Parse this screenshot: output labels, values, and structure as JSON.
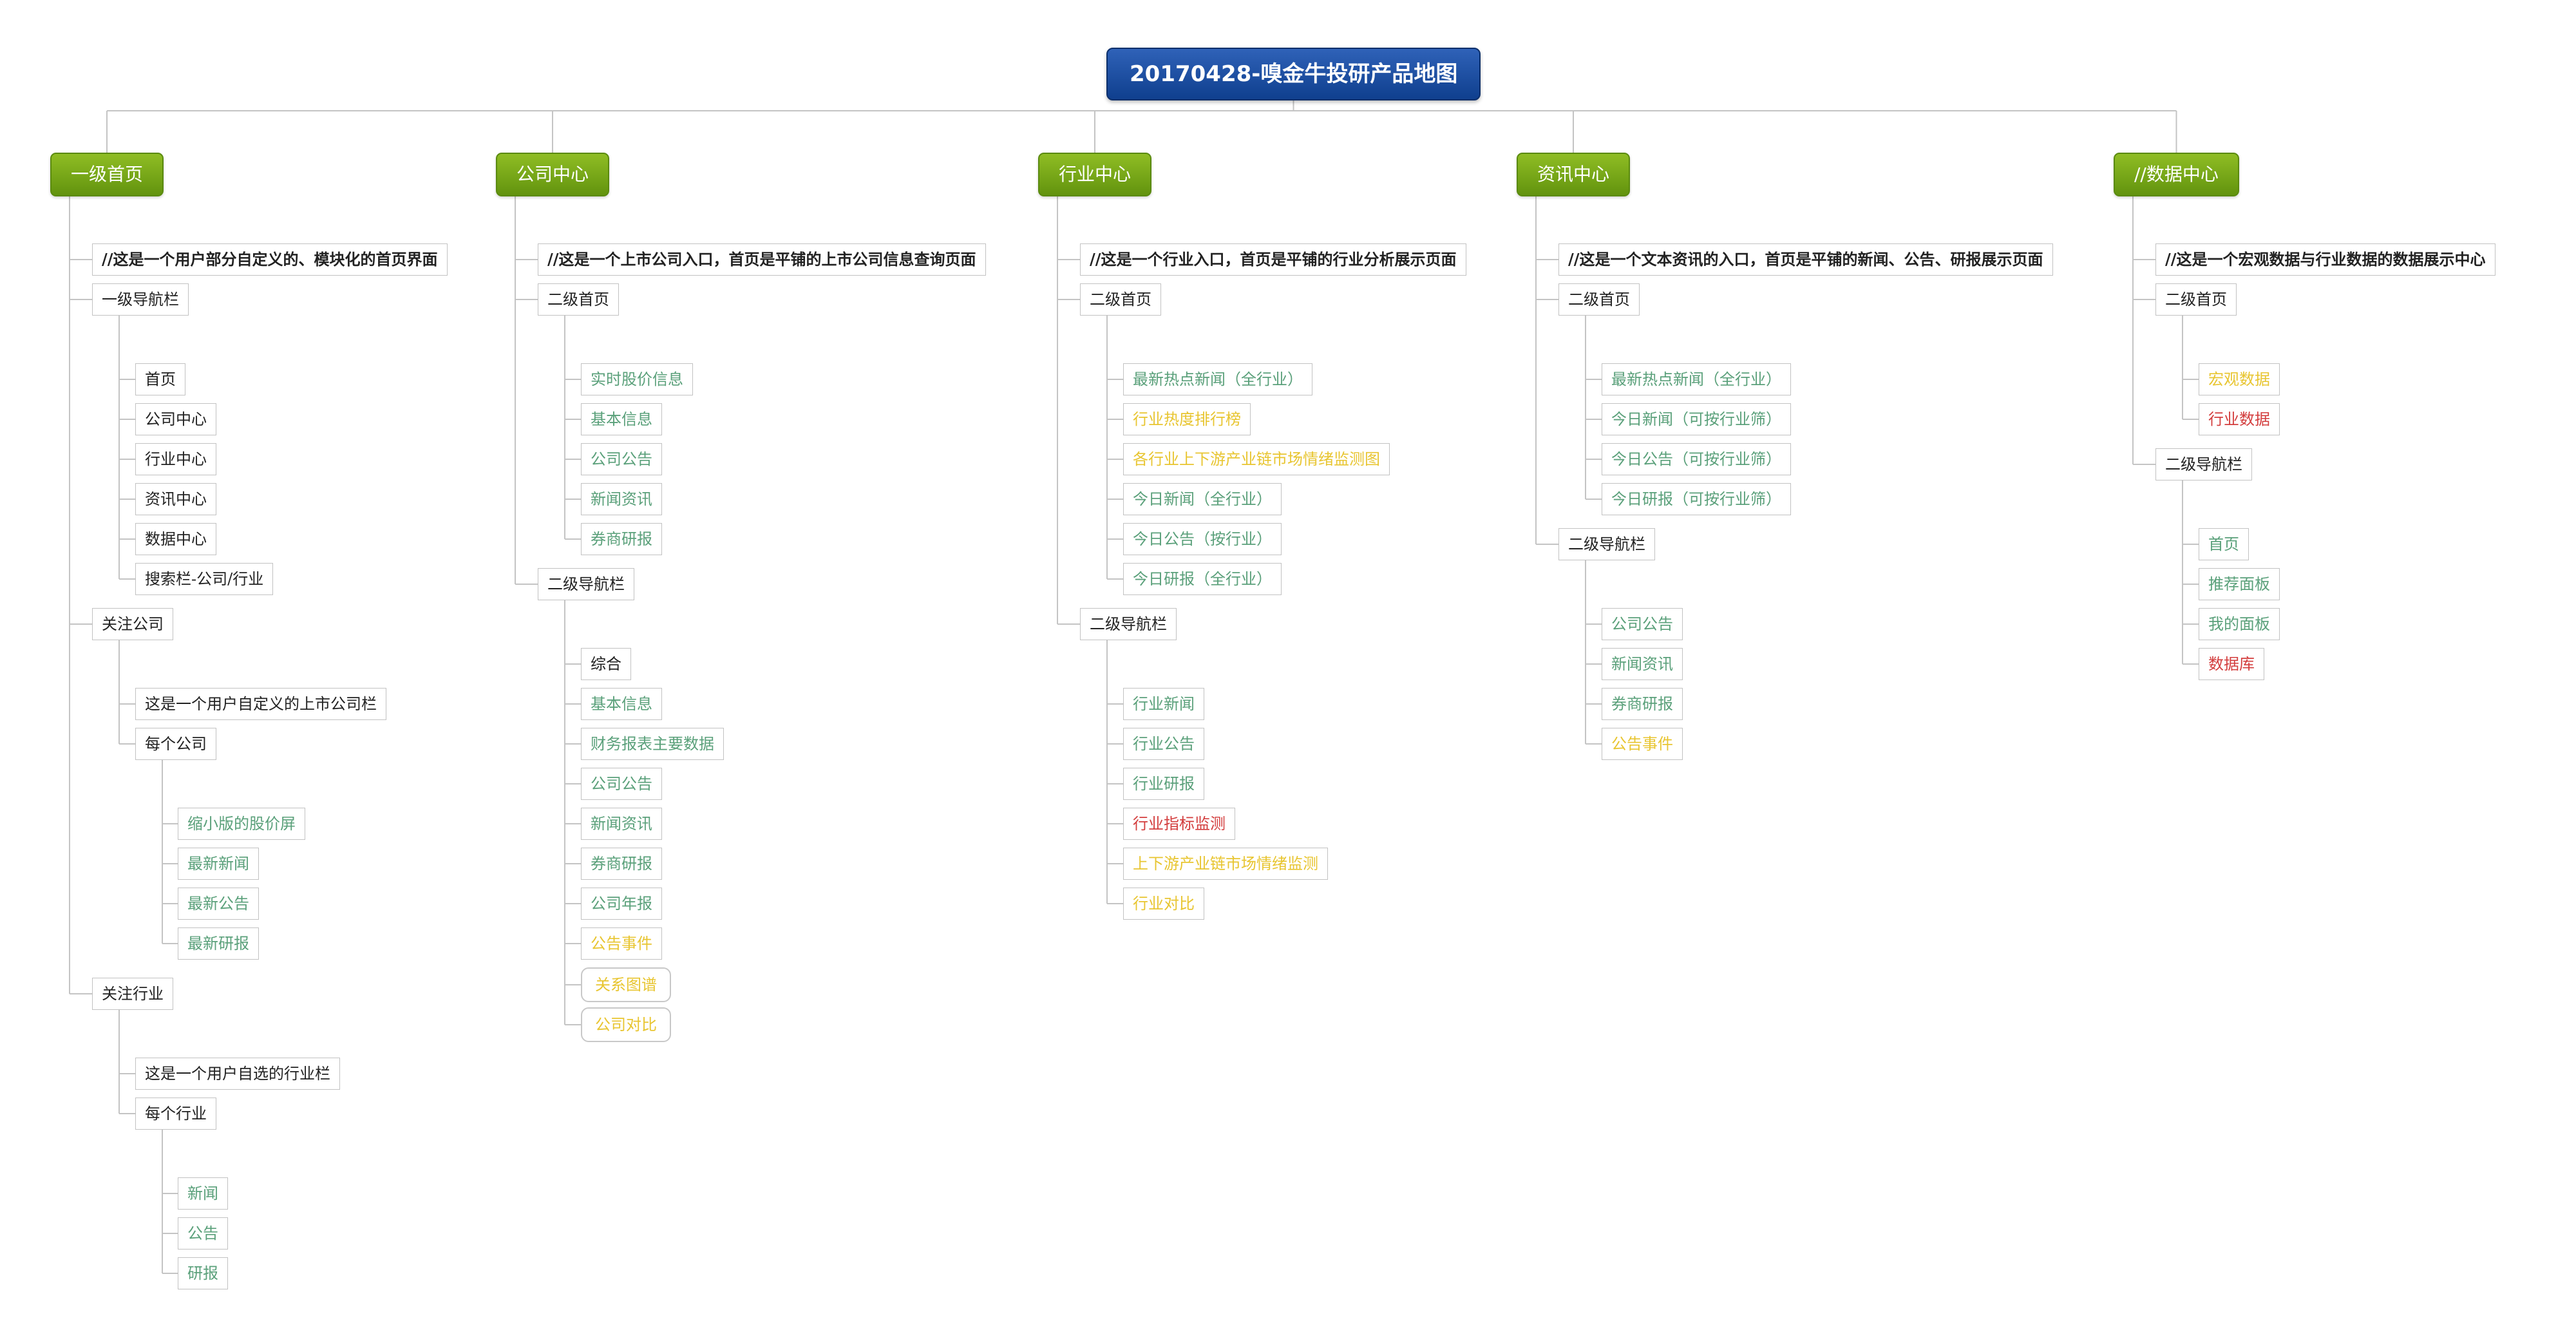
{
  "root": {
    "label": "20170428-嗅金牛投研产品地图"
  },
  "colors": {
    "root_fill": "#1c4fa3",
    "branch_fill": "#7aab17",
    "connector": "#c4c4c4",
    "text_dark": "#222222",
    "text_green": "#5aa07a",
    "text_yellow": "#e8c530",
    "text_red": "#d33d3d"
  },
  "branches": [
    {
      "label": "一级首页",
      "children": [
        {
          "label": "//这是一个用户部分自定义的、模块化的首页界面",
          "color": "dark",
          "bold": true,
          "children": []
        },
        {
          "label": "一级导航栏",
          "color": "dark",
          "children": [
            {
              "label": "首页",
              "color": "dark"
            },
            {
              "label": "公司中心",
              "color": "dark"
            },
            {
              "label": "行业中心",
              "color": "dark"
            },
            {
              "label": "资讯中心",
              "color": "dark"
            },
            {
              "label": "数据中心",
              "color": "dark"
            },
            {
              "label": "搜索栏-公司/行业",
              "color": "dark"
            }
          ]
        },
        {
          "label": "关注公司",
          "color": "dark",
          "children": [
            {
              "label": "这是一个用户自定义的上市公司栏",
              "color": "dark"
            },
            {
              "label": "每个公司",
              "color": "dark",
              "children": [
                {
                  "label": "缩小版的股价屏",
                  "color": "green"
                },
                {
                  "label": "最新新闻",
                  "color": "green"
                },
                {
                  "label": "最新公告",
                  "color": "green"
                },
                {
                  "label": "最新研报",
                  "color": "green"
                }
              ]
            }
          ]
        },
        {
          "label": "关注行业",
          "color": "dark",
          "children": [
            {
              "label": "这是一个用户自选的行业栏",
              "color": "dark"
            },
            {
              "label": "每个行业",
              "color": "dark",
              "children": [
                {
                  "label": "新闻",
                  "color": "green"
                },
                {
                  "label": "公告",
                  "color": "green"
                },
                {
                  "label": "研报",
                  "color": "green"
                }
              ]
            }
          ]
        }
      ]
    },
    {
      "label": "公司中心",
      "children": [
        {
          "label": "//这是一个上市公司入口，首页是平铺的上市公司信息查询页面",
          "color": "dark",
          "bold": true,
          "children": []
        },
        {
          "label": "二级首页",
          "color": "dark",
          "children": [
            {
              "label": "实时股价信息",
              "color": "green"
            },
            {
              "label": "基本信息",
              "color": "green"
            },
            {
              "label": "公司公告",
              "color": "green"
            },
            {
              "label": "新闻资讯",
              "color": "green"
            },
            {
              "label": "券商研报",
              "color": "green"
            }
          ]
        },
        {
          "label": "二级导航栏",
          "color": "dark",
          "children": [
            {
              "label": "综合",
              "color": "dark"
            },
            {
              "label": "基本信息",
              "color": "green"
            },
            {
              "label": "财务报表主要数据",
              "color": "green"
            },
            {
              "label": "公司公告",
              "color": "green"
            },
            {
              "label": "新闻资讯",
              "color": "green"
            },
            {
              "label": "券商研报",
              "color": "green"
            },
            {
              "label": "公司年报",
              "color": "green"
            },
            {
              "label": "公告事件",
              "color": "yellow"
            },
            {
              "label": "关系图谱",
              "color": "yellow",
              "style": "pill"
            },
            {
              "label": "公司对比",
              "color": "yellow",
              "style": "pill"
            }
          ]
        }
      ]
    },
    {
      "label": "行业中心",
      "children": [
        {
          "label": "//这是一个行业入口，首页是平铺的行业分析展示页面",
          "color": "dark",
          "bold": true,
          "children": []
        },
        {
          "label": "二级首页",
          "color": "dark",
          "children": [
            {
              "label": "最新热点新闻（全行业）",
              "color": "green"
            },
            {
              "label": "行业热度排行榜",
              "color": "yellow"
            },
            {
              "label": "各行业上下游产业链市场情绪监测图",
              "color": "yellow"
            },
            {
              "label": "今日新闻（全行业）",
              "color": "green"
            },
            {
              "label": "今日公告（按行业）",
              "color": "green"
            },
            {
              "label": "今日研报（全行业）",
              "color": "green"
            }
          ]
        },
        {
          "label": "二级导航栏",
          "color": "dark",
          "children": [
            {
              "label": "行业新闻",
              "color": "green"
            },
            {
              "label": "行业公告",
              "color": "green"
            },
            {
              "label": "行业研报",
              "color": "green"
            },
            {
              "label": "行业指标监测",
              "color": "red"
            },
            {
              "label": "上下游产业链市场情绪监测",
              "color": "yellow"
            },
            {
              "label": "行业对比",
              "color": "yellow"
            }
          ]
        }
      ]
    },
    {
      "label": "资讯中心",
      "children": [
        {
          "label": "//这是一个文本资讯的入口，首页是平铺的新闻、公告、研报展示页面",
          "color": "dark",
          "bold": true,
          "children": []
        },
        {
          "label": "二级首页",
          "color": "dark",
          "children": [
            {
              "label": "最新热点新闻（全行业）",
              "color": "green"
            },
            {
              "label": "今日新闻（可按行业筛）",
              "color": "green"
            },
            {
              "label": "今日公告（可按行业筛）",
              "color": "green"
            },
            {
              "label": "今日研报（可按行业筛）",
              "color": "green"
            }
          ]
        },
        {
          "label": "二级导航栏",
          "color": "dark",
          "children": [
            {
              "label": "公司公告",
              "color": "green"
            },
            {
              "label": "新闻资讯",
              "color": "green"
            },
            {
              "label": "券商研报",
              "color": "green"
            },
            {
              "label": "公告事件",
              "color": "yellow"
            }
          ]
        }
      ]
    },
    {
      "label": "//数据中心",
      "children": [
        {
          "label": "//这是一个宏观数据与行业数据的数据展示中心",
          "color": "dark",
          "bold": true,
          "children": []
        },
        {
          "label": "二级首页",
          "color": "dark",
          "children": [
            {
              "label": "宏观数据",
              "color": "yellow"
            },
            {
              "label": "行业数据",
              "color": "red"
            }
          ]
        },
        {
          "label": "二级导航栏",
          "color": "dark",
          "children": [
            {
              "label": "首页",
              "color": "green"
            },
            {
              "label": "推荐面板",
              "color": "green"
            },
            {
              "label": "我的面板",
              "color": "green"
            },
            {
              "label": "数据库",
              "color": "red"
            }
          ]
        }
      ]
    }
  ]
}
